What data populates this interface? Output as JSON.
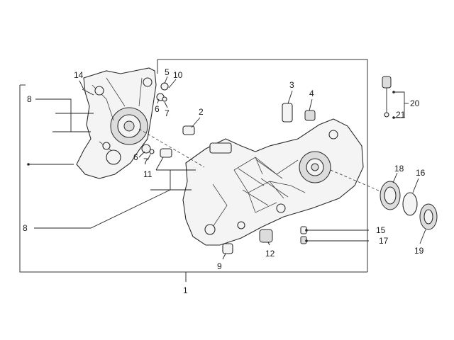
{
  "callouts": [
    {
      "id": "c14",
      "text": "14"
    },
    {
      "id": "c5",
      "text": "5"
    },
    {
      "id": "c10",
      "text": "10"
    },
    {
      "id": "c6a",
      "text": "6"
    },
    {
      "id": "c7a",
      "text": "7"
    },
    {
      "id": "c2",
      "text": "2"
    },
    {
      "id": "c3",
      "text": "3"
    },
    {
      "id": "c4",
      "text": "4"
    },
    {
      "id": "c20",
      "text": "20"
    },
    {
      "id": "c21",
      "text": "21"
    },
    {
      "id": "c8a",
      "text": "8"
    },
    {
      "id": "c6b",
      "text": "6"
    },
    {
      "id": "c7b",
      "text": "7"
    },
    {
      "id": "c11",
      "text": "11"
    },
    {
      "id": "c18",
      "text": "18"
    },
    {
      "id": "c16",
      "text": "16"
    },
    {
      "id": "c8b",
      "text": "8"
    },
    {
      "id": "c15",
      "text": "15"
    },
    {
      "id": "c17",
      "text": "17"
    },
    {
      "id": "c12",
      "text": "12"
    },
    {
      "id": "c19",
      "text": "19"
    },
    {
      "id": "c9",
      "text": "9"
    },
    {
      "id": "c1",
      "text": "1"
    }
  ]
}
